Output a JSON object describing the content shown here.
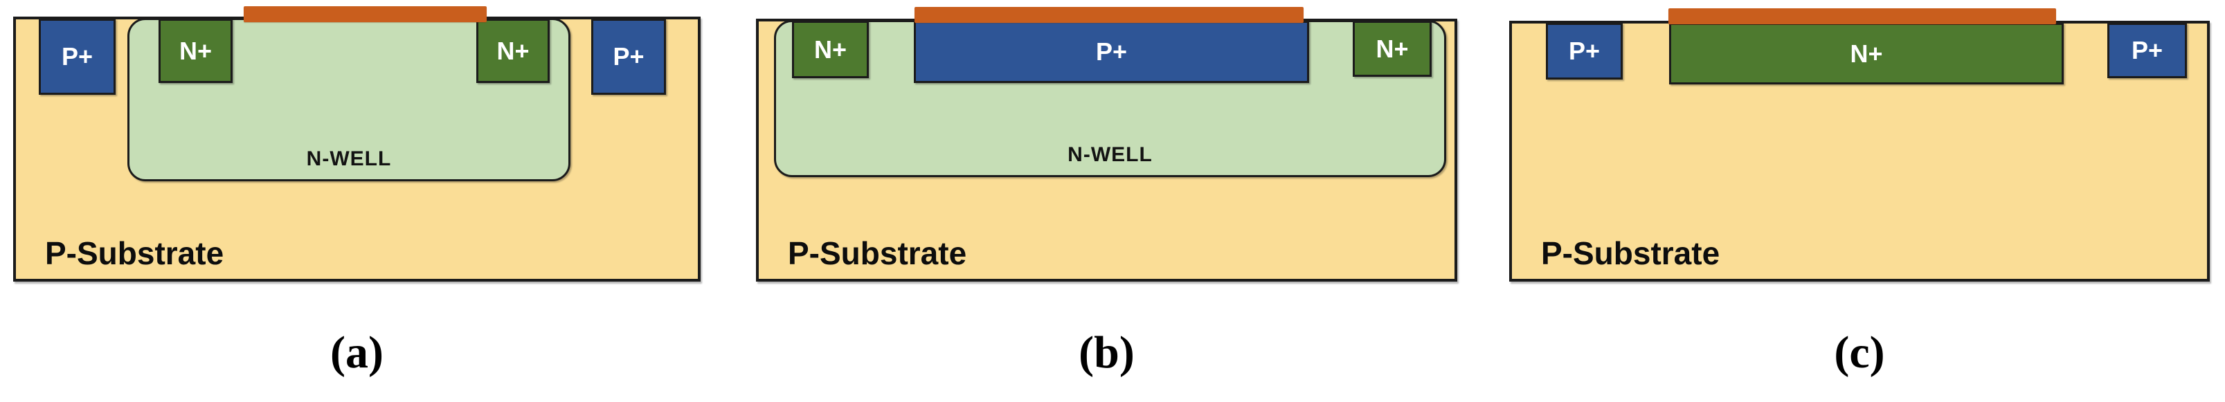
{
  "figure": {
    "description": "Cross-section diagrams of three MOS varactor / capacitor structures on a P-Substrate",
    "panels": [
      {
        "label": "(a)",
        "substrate_label": "P-Substrate",
        "well_label": "N-WELL",
        "regions": {
          "p_left": "P+",
          "n_left": "N+",
          "n_right": "N+",
          "p_right": "P+"
        }
      },
      {
        "label": "(b)",
        "substrate_label": "P-Substrate",
        "well_label": "N-WELL",
        "regions": {
          "n_left": "N+",
          "p_center": "P+",
          "n_right": "N+"
        }
      },
      {
        "label": "(c)",
        "substrate_label": "P-Substrate",
        "regions": {
          "p_left": "P+",
          "n_center": "N+",
          "p_right": "P+"
        }
      }
    ]
  },
  "colors": {
    "substrate": "#FADD96",
    "well": "#C6DEB6",
    "nplus": "#4E7A2F",
    "pplus": "#2E5596",
    "gate": "#C95E1D",
    "border": "#1B1B1B"
  }
}
